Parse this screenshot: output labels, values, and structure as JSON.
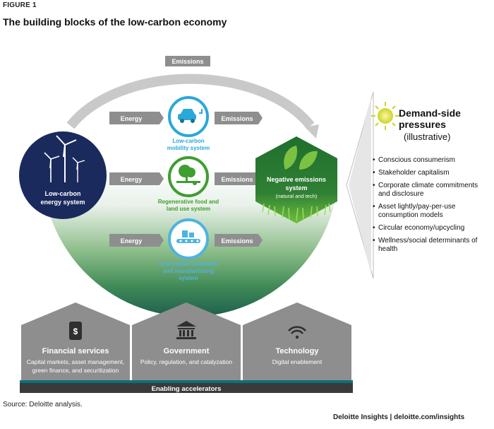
{
  "figure_label": "FIGURE 1",
  "title": "The building blocks of the low-carbon economy",
  "arc_label": "Emissions",
  "energy_system": {
    "line1": "Low-carbon",
    "line2": "energy system"
  },
  "negative_system": {
    "line1": "Negative emissions",
    "line2": "system",
    "line3": "(natural and tech)"
  },
  "rows": [
    {
      "input": "Energy",
      "output": "Emissions",
      "name_line1": "Low-carbon",
      "name_line2": "mobility system",
      "color": "#2aa8d8"
    },
    {
      "input": "Energy",
      "output": "Emissions",
      "name_line1": "Regenerative food and",
      "name_line2": "land use system",
      "color": "#3e9e2f"
    },
    {
      "input": "Energy",
      "output": "Emissions",
      "name_line1": "Low-carbon industrial",
      "name_line2": "and manufacturing",
      "name_line3": "system",
      "color": "#4fb3e0"
    }
  ],
  "pillars": [
    {
      "title": "Financial services",
      "line1": "Capital markets, asset management,",
      "line2": "green finance, and securitization",
      "icon": "dollar-phone-icon"
    },
    {
      "title": "Government",
      "line1": "Policy, regulation, and catalyzation",
      "line2": "",
      "icon": "government-building-icon"
    },
    {
      "title": "Technology",
      "line1": "Digital enablement",
      "line2": "",
      "icon": "wifi-icon"
    }
  ],
  "accelerators_label": "Enabling accelerators",
  "pressures": {
    "title_line1": "Demand-side",
    "title_line2": "pressures",
    "subtitle": "(illustrative)",
    "items": [
      "Conscious consumerism",
      "Stakeholder capitalism",
      "Corporate climate commitments and disclosure",
      "Asset lightly/pay-per-use consumption models",
      "Circular economy/upcycling",
      "Wellness/social determinants of health"
    ]
  },
  "source": "Source: Deloitte analysis.",
  "credit": "Deloitte Insights | deloitte.com/insights",
  "colors": {
    "navy": "#1b2a5c",
    "green": "#43a33b",
    "teal": "#2aa8d8",
    "gray": "#8e8e8e",
    "accent_bar": "#0d6f7a"
  }
}
